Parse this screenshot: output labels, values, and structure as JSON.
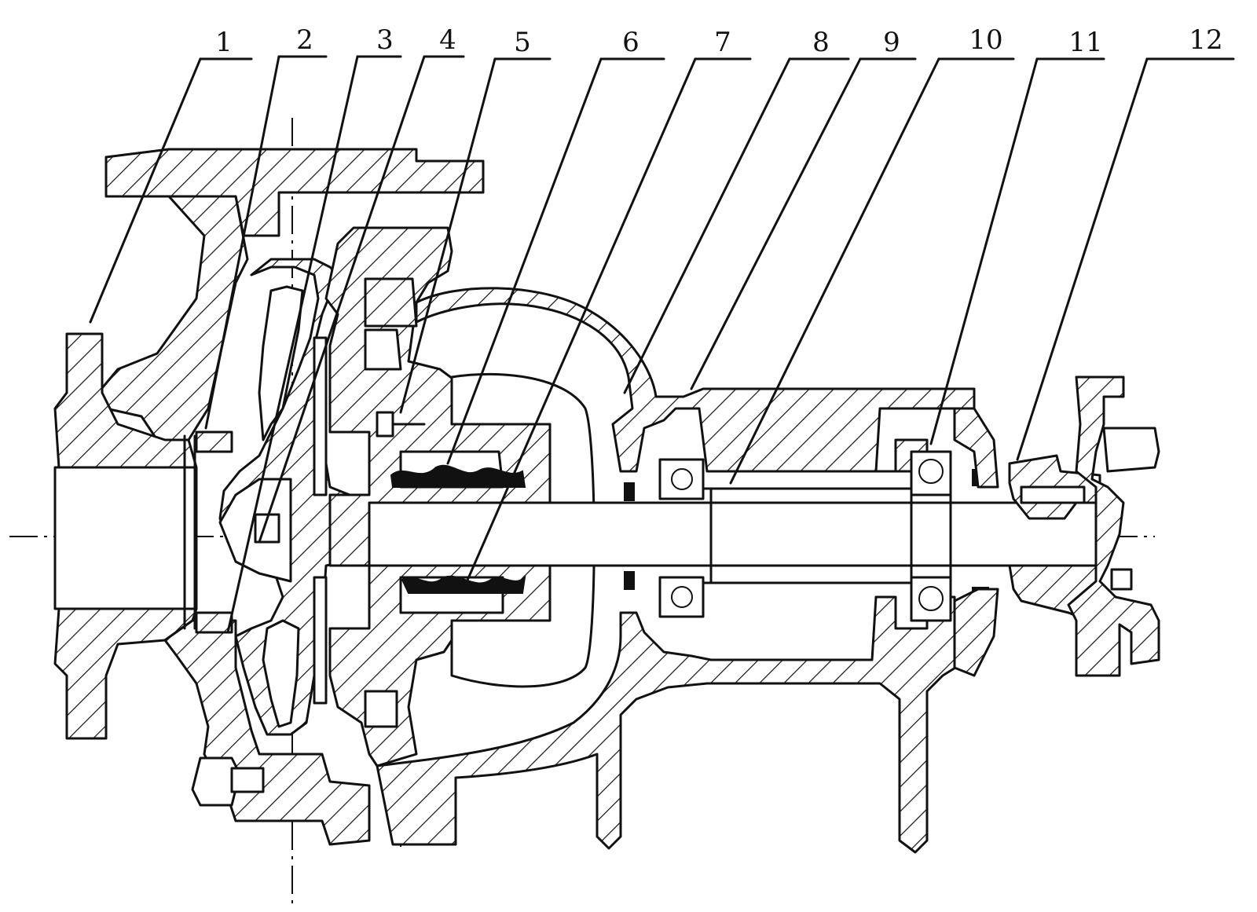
{
  "callouts": [
    {
      "label": "1"
    },
    {
      "label": "2"
    },
    {
      "label": "3"
    },
    {
      "label": "4"
    },
    {
      "label": "5"
    },
    {
      "label": "6"
    },
    {
      "label": "7"
    },
    {
      "label": "8"
    },
    {
      "label": "9"
    },
    {
      "label": "10"
    },
    {
      "label": "11"
    },
    {
      "label": "12"
    }
  ],
  "colors": {
    "ink": "#111111",
    "paper": "#ffffff"
  }
}
